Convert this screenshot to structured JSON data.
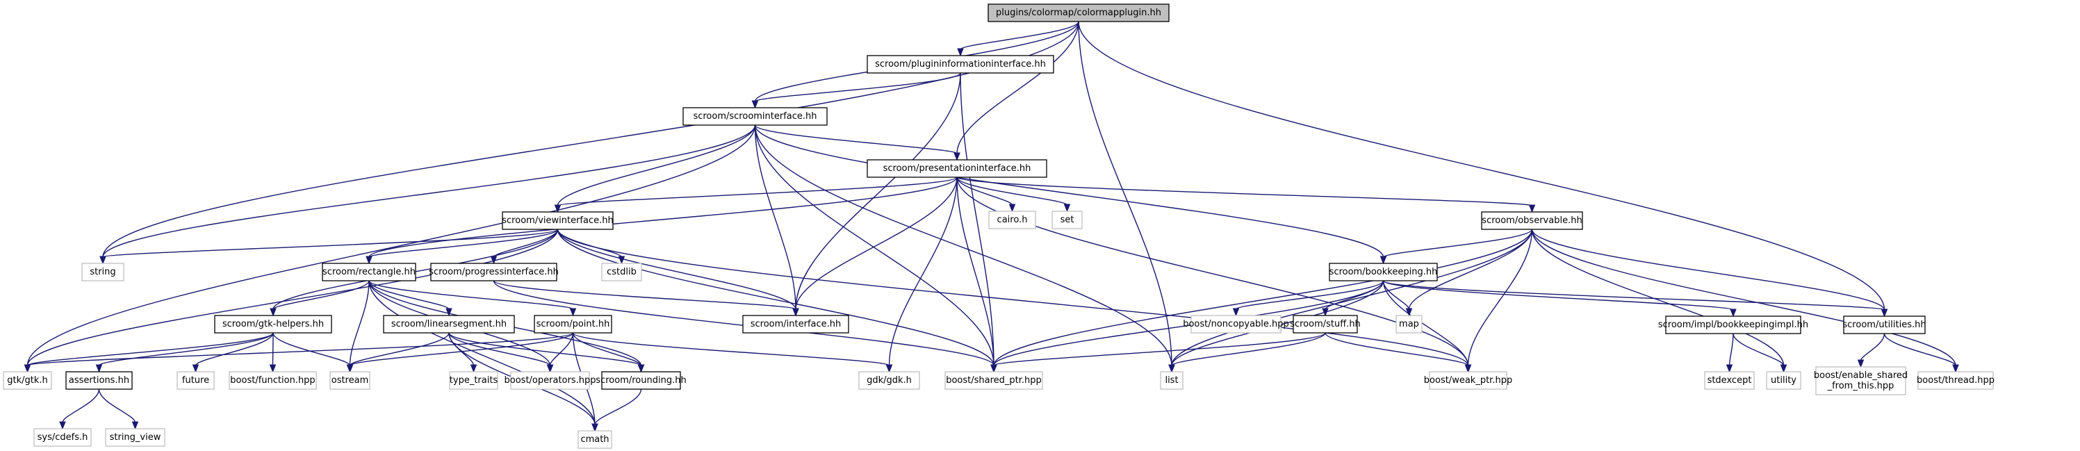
{
  "title": "plugins/colormap/colormapplugin.hh",
  "colors": {
    "edge": "#191970",
    "root_fill": "#bfbfbf",
    "local_border": "#000000",
    "system_border": "#bfbfbf"
  },
  "nodes": [
    {
      "id": "colormapplugin",
      "label": "plugins/colormap/colormapplugin.hh",
      "kind": "root"
    },
    {
      "id": "plugininfo",
      "label": "scroom/plugininformationinterface.hh",
      "kind": "local"
    },
    {
      "id": "scroominterface",
      "label": "scroom/scroominterface.hh",
      "kind": "local"
    },
    {
      "id": "presentationinterface",
      "label": "scroom/presentationinterface.hh",
      "kind": "local"
    },
    {
      "id": "viewinterface",
      "label": "scroom/viewinterface.hh",
      "kind": "local"
    },
    {
      "id": "observable",
      "label": "scroom/observable.hh",
      "kind": "local"
    },
    {
      "id": "string",
      "label": "string",
      "kind": "system"
    },
    {
      "id": "rectangle",
      "label": "scroom/rectangle.hh",
      "kind": "local"
    },
    {
      "id": "progressinterface",
      "label": "scroom/progressinterface.hh",
      "kind": "local"
    },
    {
      "id": "cstdlib",
      "label": "cstdlib",
      "kind": "system"
    },
    {
      "id": "cairo",
      "label": "cairo.h",
      "kind": "system"
    },
    {
      "id": "set",
      "label": "set",
      "kind": "system"
    },
    {
      "id": "bookkeeping",
      "label": "scroom/bookkeeping.hh",
      "kind": "local"
    },
    {
      "id": "gtkhelpers",
      "label": "scroom/gtk-helpers.hh",
      "kind": "local"
    },
    {
      "id": "linearsegment",
      "label": "scroom/linearsegment.hh",
      "kind": "local"
    },
    {
      "id": "point",
      "label": "scroom/point.hh",
      "kind": "local"
    },
    {
      "id": "interface",
      "label": "scroom/interface.hh",
      "kind": "local"
    },
    {
      "id": "noncopyable",
      "label": "boost/noncopyable.hpp",
      "kind": "system"
    },
    {
      "id": "stuff",
      "label": "scroom/stuff.hh",
      "kind": "local"
    },
    {
      "id": "map",
      "label": "map",
      "kind": "system"
    },
    {
      "id": "bookkeepingimpl",
      "label": "scroom/impl/bookkeepingimpl.hh",
      "kind": "local"
    },
    {
      "id": "utilities",
      "label": "scroom/utilities.hh",
      "kind": "local"
    },
    {
      "id": "gtk",
      "label": "gtk/gtk.h",
      "kind": "system"
    },
    {
      "id": "assertions",
      "label": "assertions.hh",
      "kind": "local"
    },
    {
      "id": "future",
      "label": "future",
      "kind": "system"
    },
    {
      "id": "function",
      "label": "boost/function.hpp",
      "kind": "system"
    },
    {
      "id": "ostream",
      "label": "ostream",
      "kind": "system"
    },
    {
      "id": "type_traits",
      "label": "type_traits",
      "kind": "system"
    },
    {
      "id": "operators",
      "label": "boost/operators.hpp",
      "kind": "system"
    },
    {
      "id": "rounding",
      "label": "scroom/rounding.hh",
      "kind": "local"
    },
    {
      "id": "gdk",
      "label": "gdk/gdk.h",
      "kind": "system"
    },
    {
      "id": "shared_ptr",
      "label": "boost/shared_ptr.hpp",
      "kind": "system"
    },
    {
      "id": "list",
      "label": "list",
      "kind": "system"
    },
    {
      "id": "weak_ptr",
      "label": "boost/weak_ptr.hpp",
      "kind": "system"
    },
    {
      "id": "stdexcept",
      "label": "stdexcept",
      "kind": "system"
    },
    {
      "id": "utility",
      "label": "utility",
      "kind": "system"
    },
    {
      "id": "enable_shared",
      "label": "boost/enable_shared\n_from_this.hpp",
      "kind": "system"
    },
    {
      "id": "thread",
      "label": "boost/thread.hpp",
      "kind": "system"
    },
    {
      "id": "cdefs",
      "label": "sys/cdefs.h",
      "kind": "system"
    },
    {
      "id": "string_view",
      "label": "string_view",
      "kind": "system"
    },
    {
      "id": "cmath",
      "label": "cmath",
      "kind": "system"
    }
  ],
  "edges": [
    [
      "colormapplugin",
      "plugininfo"
    ],
    [
      "colormapplugin",
      "scroominterface"
    ],
    [
      "colormapplugin",
      "presentationinterface"
    ],
    [
      "colormapplugin",
      "string"
    ],
    [
      "colormapplugin",
      "list"
    ],
    [
      "colormapplugin",
      "utilities"
    ],
    [
      "plugininfo",
      "scroominterface"
    ],
    [
      "plugininfo",
      "interface"
    ],
    [
      "plugininfo",
      "shared_ptr"
    ],
    [
      "scroominterface",
      "presentationinterface"
    ],
    [
      "scroominterface",
      "viewinterface"
    ],
    [
      "scroominterface",
      "string"
    ],
    [
      "scroominterface",
      "gtk"
    ],
    [
      "scroominterface",
      "interface"
    ],
    [
      "scroominterface",
      "shared_ptr"
    ],
    [
      "scroominterface",
      "list"
    ],
    [
      "scroominterface",
      "bookkeeping"
    ],
    [
      "presentationinterface",
      "viewinterface"
    ],
    [
      "presentationinterface",
      "observable"
    ],
    [
      "presentationinterface",
      "rectangle"
    ],
    [
      "presentationinterface",
      "cairo"
    ],
    [
      "presentationinterface",
      "set"
    ],
    [
      "presentationinterface",
      "interface"
    ],
    [
      "presentationinterface",
      "gdk"
    ],
    [
      "presentationinterface",
      "shared_ptr"
    ],
    [
      "presentationinterface",
      "weak_ptr"
    ],
    [
      "viewinterface",
      "string"
    ],
    [
      "viewinterface",
      "gtk"
    ],
    [
      "viewinterface",
      "rectangle"
    ],
    [
      "viewinterface",
      "progressinterface"
    ],
    [
      "viewinterface",
      "cstdlib"
    ],
    [
      "viewinterface",
      "gtkhelpers"
    ],
    [
      "viewinterface",
      "interface"
    ],
    [
      "viewinterface",
      "shared_ptr"
    ],
    [
      "viewinterface",
      "weak_ptr"
    ],
    [
      "observable",
      "bookkeeping"
    ],
    [
      "observable",
      "shared_ptr"
    ],
    [
      "observable",
      "weak_ptr"
    ],
    [
      "observable",
      "map"
    ],
    [
      "observable",
      "list"
    ],
    [
      "observable",
      "utilities"
    ],
    [
      "observable",
      "utility"
    ],
    [
      "observable",
      "thread"
    ],
    [
      "rectangle",
      "gtkhelpers"
    ],
    [
      "rectangle",
      "linearsegment"
    ],
    [
      "rectangle",
      "point"
    ],
    [
      "rectangle",
      "ostream"
    ],
    [
      "rectangle",
      "operators"
    ],
    [
      "rectangle",
      "cmath"
    ],
    [
      "rectangle",
      "rounding"
    ],
    [
      "progressinterface",
      "interface"
    ],
    [
      "progressinterface",
      "shared_ptr"
    ],
    [
      "bookkeeping",
      "noncopyable"
    ],
    [
      "bookkeeping",
      "stuff"
    ],
    [
      "bookkeeping",
      "map"
    ],
    [
      "bookkeeping",
      "shared_ptr"
    ],
    [
      "bookkeeping",
      "weak_ptr"
    ],
    [
      "bookkeeping",
      "list"
    ],
    [
      "bookkeeping",
      "bookkeepingimpl"
    ],
    [
      "bookkeeping",
      "utilities"
    ],
    [
      "gtkhelpers",
      "gtk"
    ],
    [
      "gtkhelpers",
      "assertions"
    ],
    [
      "gtkhelpers",
      "future"
    ],
    [
      "gtkhelpers",
      "function"
    ],
    [
      "gtkhelpers",
      "ostream"
    ],
    [
      "linearsegment",
      "ostream"
    ],
    [
      "linearsegment",
      "type_traits"
    ],
    [
      "linearsegment",
      "operators"
    ],
    [
      "linearsegment",
      "cmath"
    ],
    [
      "linearsegment",
      "rounding"
    ],
    [
      "point",
      "ostream"
    ],
    [
      "point",
      "operators"
    ],
    [
      "point",
      "rounding"
    ],
    [
      "point",
      "cmath"
    ],
    [
      "point",
      "gdk"
    ],
    [
      "point",
      "gtk"
    ],
    [
      "stuff",
      "list"
    ],
    [
      "stuff",
      "shared_ptr"
    ],
    [
      "stuff",
      "weak_ptr"
    ],
    [
      "bookkeepingimpl",
      "stdexcept"
    ],
    [
      "bookkeepingimpl",
      "utility"
    ],
    [
      "utilities",
      "enable_shared"
    ],
    [
      "utilities",
      "thread"
    ],
    [
      "assertions",
      "cdefs"
    ],
    [
      "assertions",
      "string_view"
    ],
    [
      "rounding",
      "cmath"
    ]
  ]
}
